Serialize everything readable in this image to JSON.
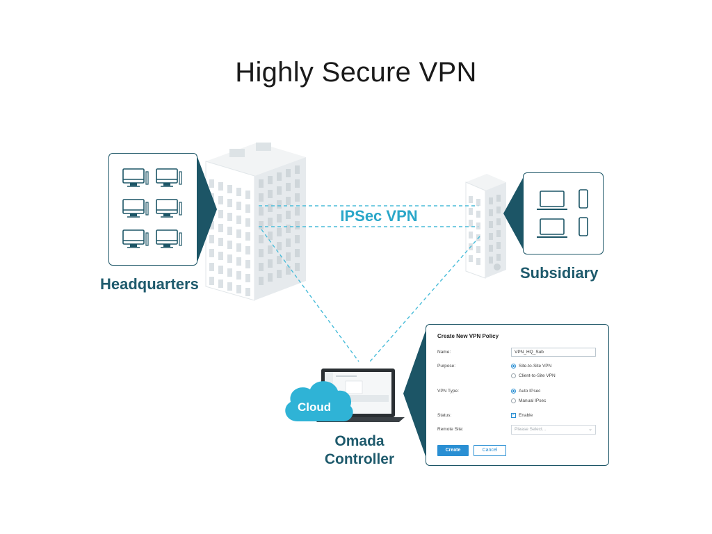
{
  "title": "Highly Secure VPN",
  "colors": {
    "teal_dark": "#1c5566",
    "accent_cyan": "#2aa7c9",
    "building": "#e4e8eb",
    "button_blue": "#2a8fd3"
  },
  "labels": {
    "headquarters": "Headquarters",
    "subsidiary": "Subsidiary",
    "tunnel": "IPSec VPN",
    "cloud": "Cloud",
    "controller_line1": "Omada",
    "controller_line2": "Controller"
  },
  "hq_devices": {
    "icon": "desktop-computer-icon",
    "count": 6
  },
  "sub_devices": {
    "icons": [
      "laptop-icon",
      "smartphone-icon"
    ],
    "count": 4
  },
  "dialog": {
    "title": "Create New VPN Policy",
    "name_label": "Name:",
    "name_value": "VPN_HQ_Sub",
    "purpose_label": "Purpose:",
    "purpose_options": [
      "Site-to-Site VPN",
      "Client-to-Site VPN"
    ],
    "purpose_selected": "Site-to-Site VPN",
    "vpn_type_label": "VPN Type:",
    "vpn_type_options": [
      "Auto IPsec",
      "Manual IPsec"
    ],
    "vpn_type_selected": "Auto IPsec",
    "status_label": "Status:",
    "status_checkbox_label": "Enable",
    "status_checked": true,
    "remote_site_label": "Remote Site:",
    "remote_site_placeholder": "Please Select...",
    "create_button": "Create",
    "cancel_button": "Cancel"
  }
}
